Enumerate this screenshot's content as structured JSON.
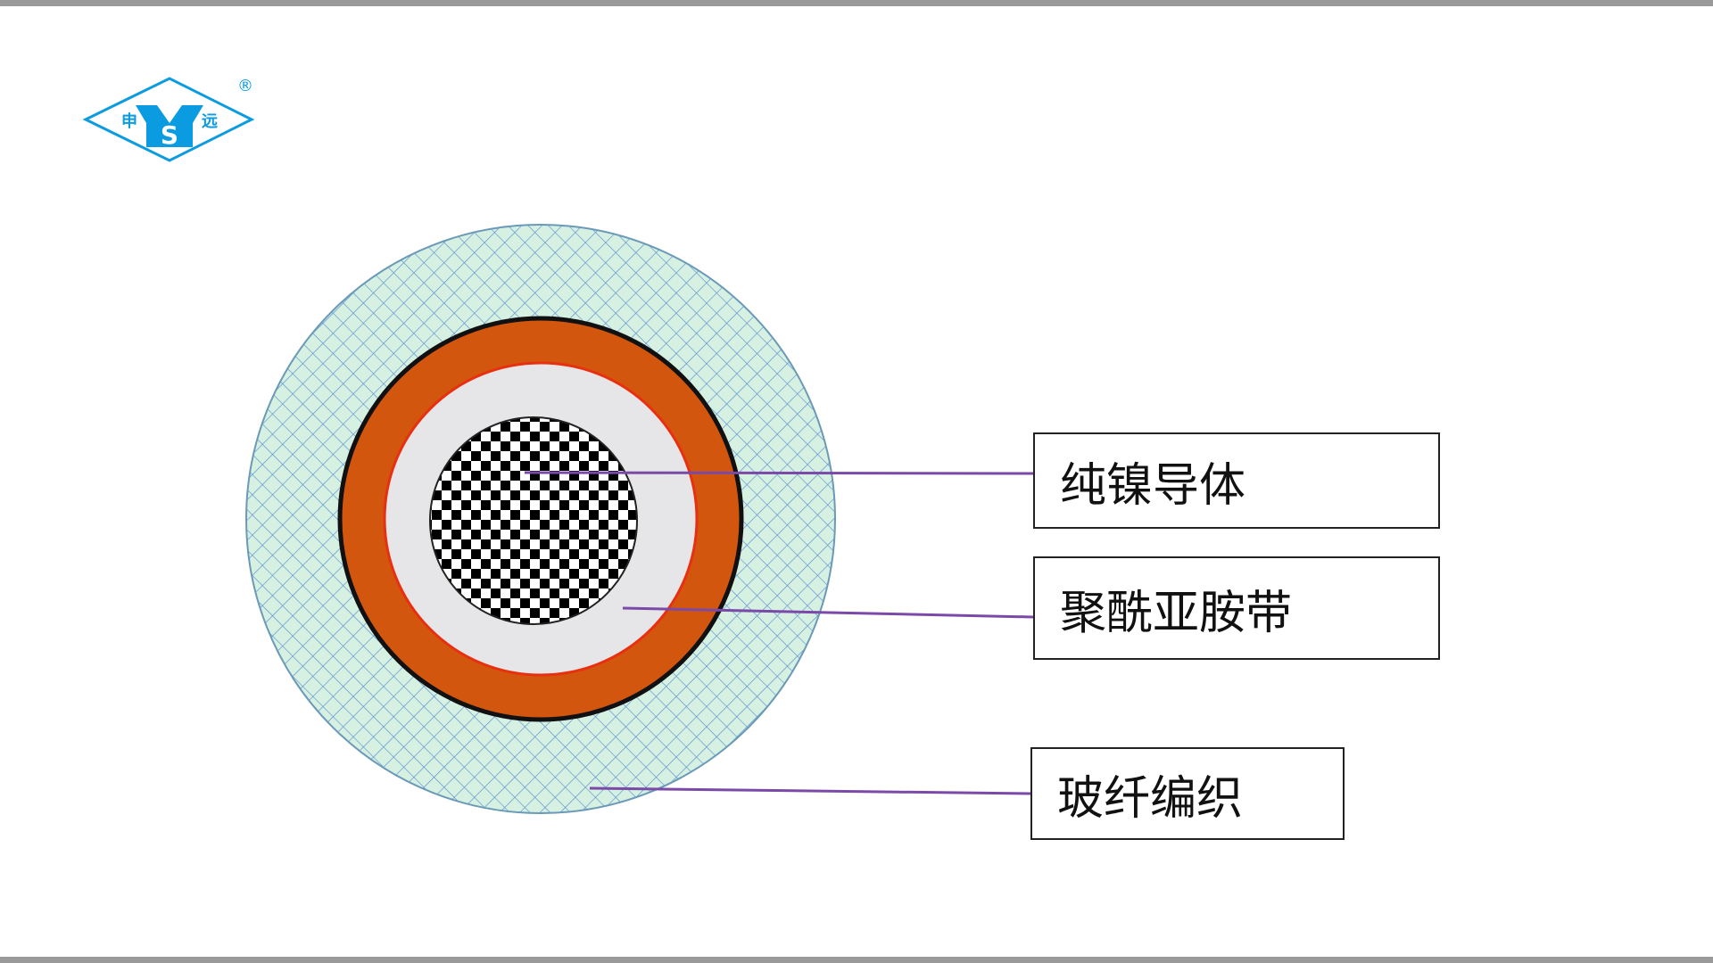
{
  "logo": {
    "left_char": "申",
    "right_char": "远",
    "center": "Y",
    "center_sub": "S",
    "registered": "®",
    "color": "#0a9be0"
  },
  "labels": [
    {
      "text": "纯镍导体"
    },
    {
      "text": "聚酰亚胺带"
    },
    {
      "text": "玻纤编织"
    }
  ],
  "colors": {
    "braid_fill": "#d6f0e2",
    "braid_mesh": "#5a8fd0",
    "jacket": "#d3560e",
    "tape": "#e6e6e8",
    "leader": "#7b4aa8"
  }
}
